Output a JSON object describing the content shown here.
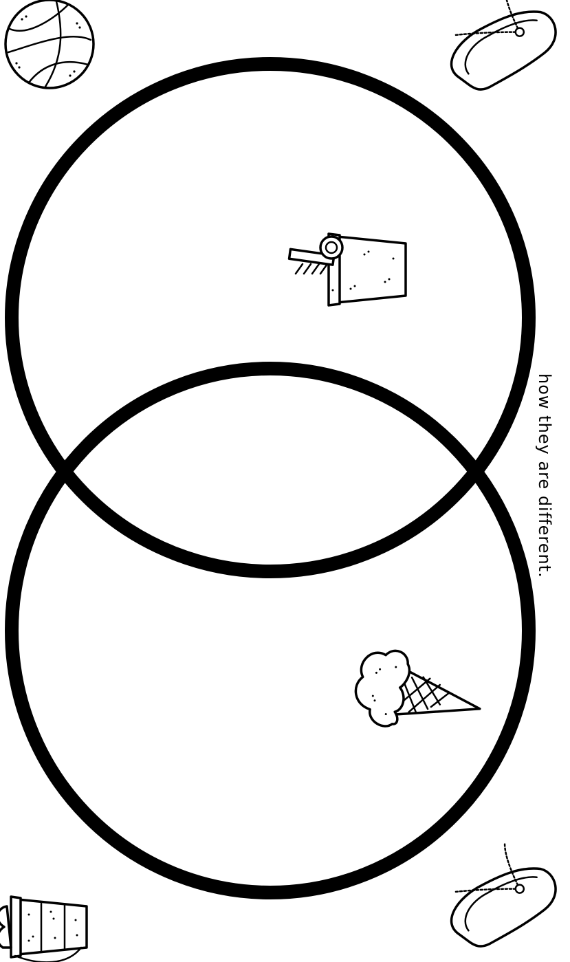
{
  "worksheet": {
    "instruction": "how they are different."
  },
  "diagram": {
    "type": "venn",
    "circle_count": 2,
    "stroke_color": "#000000",
    "background": "#ffffff"
  },
  "clipart": {
    "top_circle_icon": "cup-with-straw-icon",
    "bottom_circle_icon": "ice-cream-cone-icon",
    "top_left_corner": "beach-ball-icon",
    "top_right_corner": "flip-flop-icon",
    "bottom_left_corner": "sand-bucket-icon",
    "bottom_right_corner": "flip-flop-icon"
  }
}
